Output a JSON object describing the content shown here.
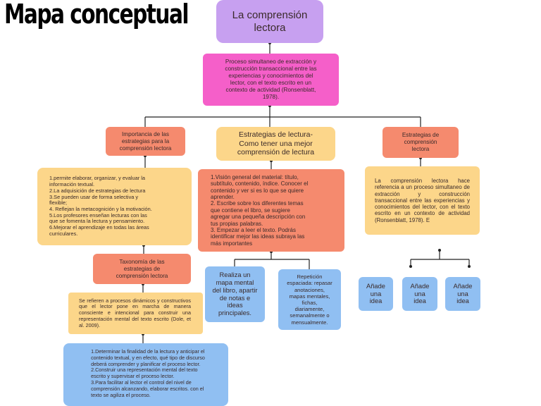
{
  "title": "Mapa conceptual",
  "central_topic": "La comprensión\nlectora",
  "definition": "Proceso simultaneo de extracción y\nconstrucción transaccional entre las\nexperiencias y conocimientos del\nlector, con el texto escrito en un\ncontexto de actividad (Ronsenblatt,\n1978).",
  "branches": {
    "left": {
      "title": "Importancia de las\nestrategias para la\ncomprensión lectora",
      "body": "1.permite elaborar, organizar, y evaluar la\ninformación textual.\n2.La adquisición de estrategias de lectura\n3.Se pueden usar de forma selectiva y\nflexible;\n4. Reflejan la metacognición y la motivación.\n5.Los profesores enseñan lecturas con las\nque se fomenta la lectura y pensamiento.\n6.Mejorar el aprendizaje en todas las áreas\ncurriculares.",
      "taxonomy_title": "Taxonomía de las\nestrategias de\ncomprensión lectora",
      "taxonomy_body": "Se refieren a procesos dinámicos y constructivos que el lector pone en marcha de manera consciente e intencional para construir una representación mental del texto escrito (Dole, et al. 2009).",
      "bottom_body": "1.Determinar la finalidad de la lectura y anticipar el\ncontenido textual, y en efecto, qué tipo de discurso\ndeberá comprender y planificar el proceso lector.\n2.Construir una representación mental del texto\nescrito y supervisar el proceso lector.\n3.Para facilitar al lector el control del nivel de\ncomprensión alcanzando, elaborar escritos. con el\ntexto se agiliza el proceso."
    },
    "middle": {
      "title": "Estrategias de lectura-\nComo tener una mejor\ncomprensión de lectura",
      "body": "1.Visión general del material: título,\nsubtítulo, contenido, índice. Conocer el\ncontenido y ver si es lo que se quiere\naprender.\n2. Escribe sobre los diferentes temas\nque contiene el libro, se sugiere\nagregar una pequeña descripción con\ntus propias palabras.\n3. Empezar a leer el texto. Podrás\nidentificar mejor las ideas subraya las\nmás importantes",
      "sub1": "Realiza un\nmapa mental\ndel libro, apartir\nde notas e\nideas\nprincipales.",
      "sub2": "Repetición\nespaciada: repasar\nanotaciones,\nmapas mentales,\nfichas,\ndiariamente,\nsemanalmente o\nmensualmente."
    },
    "right": {
      "title": "Estrategias de\ncomprensión\nlectora",
      "body": "La comprensión lectora hace referencia a un proceso simultaneo de extracción y construcción transaccional entre las experiencias y conocimientos del lector, con el texto escrito en un contexto de actividad (Ronsenblatt, 1978). E",
      "ideas": [
        "Añade\nuna\nidea",
        "Añade\nuna\nidea",
        "Añade\nuna\nidea"
      ]
    }
  }
}
